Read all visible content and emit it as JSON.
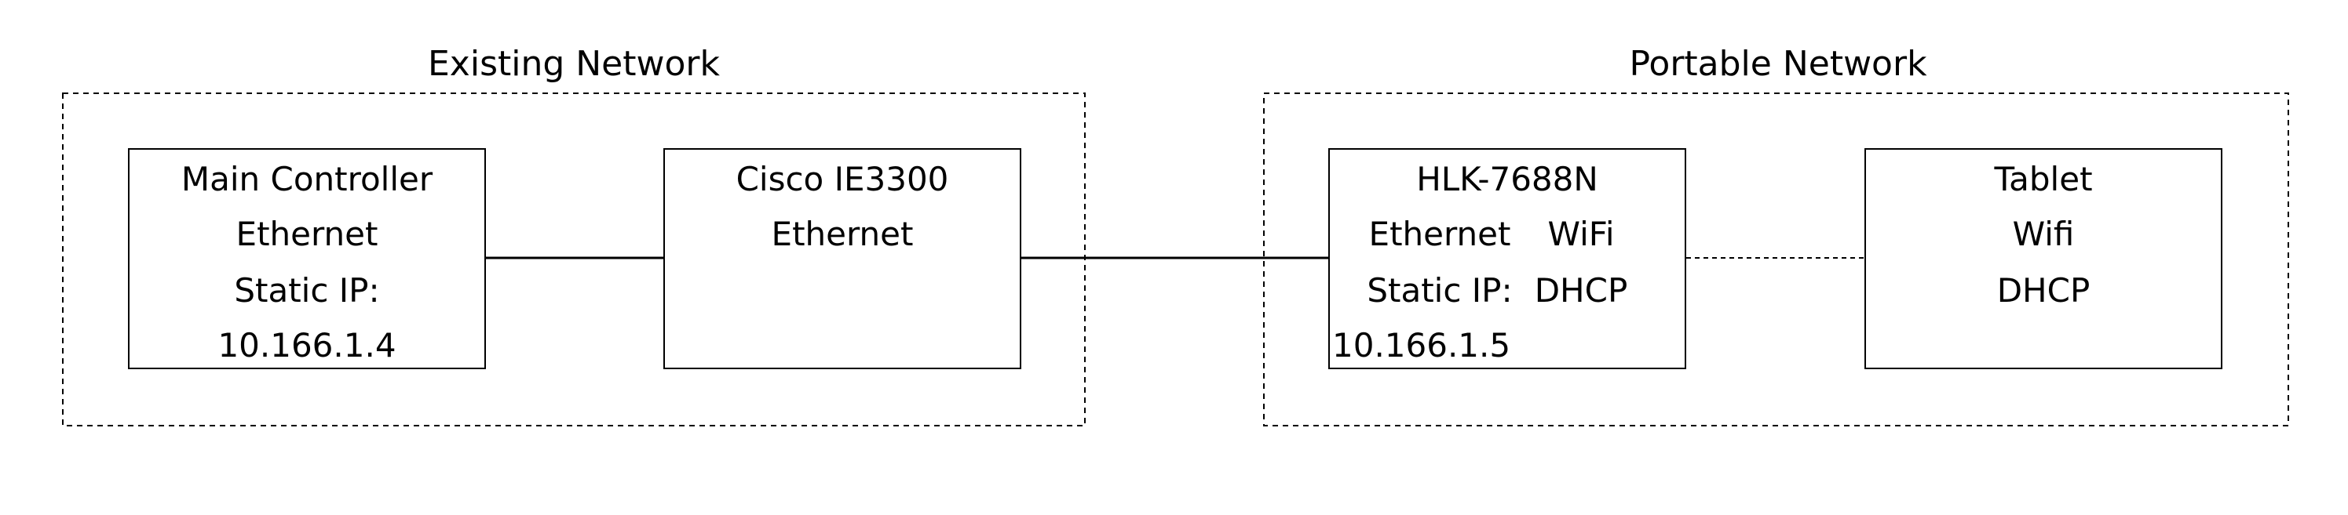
{
  "groups": {
    "existing": {
      "title": "Existing Network"
    },
    "portable": {
      "title": "Portable Network"
    }
  },
  "nodes": {
    "main_controller": {
      "lines": [
        "Main Controller",
        "Ethernet",
        "Static IP:",
        "10.166.1.4"
      ]
    },
    "cisco": {
      "lines": [
        "Cisco IE3300",
        "Ethernet"
      ]
    },
    "hlk": {
      "title": "HLK-7688N",
      "left_lines": [
        "Ethernet",
        "Static IP:",
        "10.166.1.5"
      ],
      "right_lines": [
        "WiFi",
        "DHCP"
      ]
    },
    "tablet": {
      "lines": [
        "Tablet",
        "Wifi",
        "DHCP"
      ]
    }
  },
  "connections": [
    {
      "from": "main_controller",
      "to": "cisco",
      "style": "solid"
    },
    {
      "from": "cisco",
      "to": "hlk",
      "style": "solid"
    },
    {
      "from": "hlk",
      "to": "tablet",
      "style": "dashed"
    }
  ],
  "colors": {
    "stroke": "#000000",
    "background": "#ffffff"
  }
}
